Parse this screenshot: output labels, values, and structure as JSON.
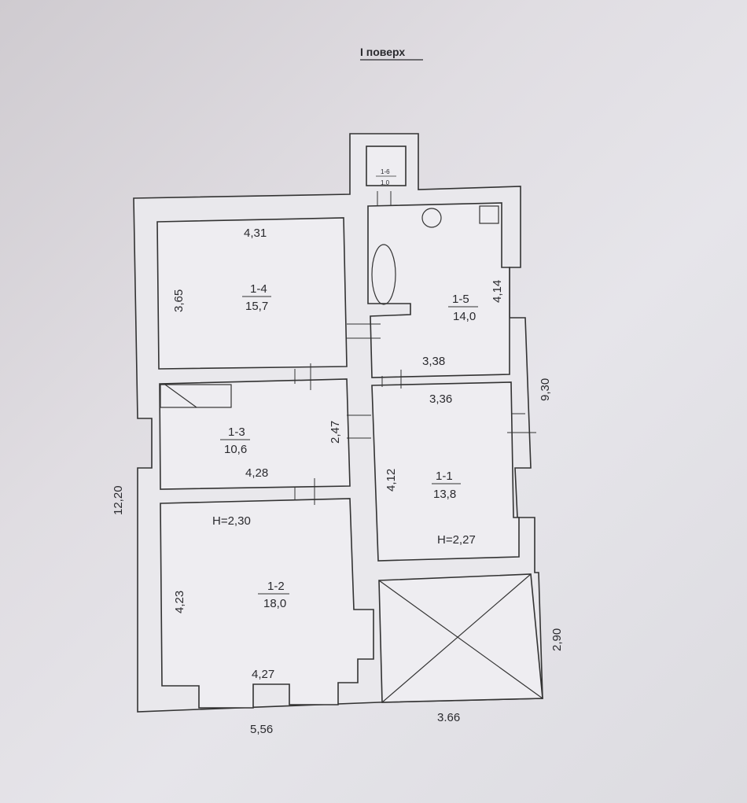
{
  "title": "I поверх",
  "rooms": [
    {
      "id": "1-4",
      "area": "15,7",
      "width_dim": "4,31",
      "depth_dim": "3,65"
    },
    {
      "id": "1-5",
      "area": "14,0",
      "width_dim": "3,38",
      "depth_dim": "4,14"
    },
    {
      "id": "1-3",
      "area": "10,6",
      "width_dim": "4,28",
      "depth_dim": "2,47"
    },
    {
      "id": "1-1",
      "area": "13,8",
      "width_dim": "3,36",
      "depth_dim": "4,12",
      "height": "H=2,27"
    },
    {
      "id": "1-2",
      "area": "18,0",
      "width_dim": "4,27",
      "depth_dim": "4,23",
      "height": "H=2,30"
    },
    {
      "id": "1-6",
      "area": "1,0"
    }
  ],
  "overall_dims": {
    "total_depth": "12,20",
    "right_depth": "9,30",
    "annex_depth": "2,90",
    "front_left": "5,56",
    "front_right": "3.66"
  }
}
